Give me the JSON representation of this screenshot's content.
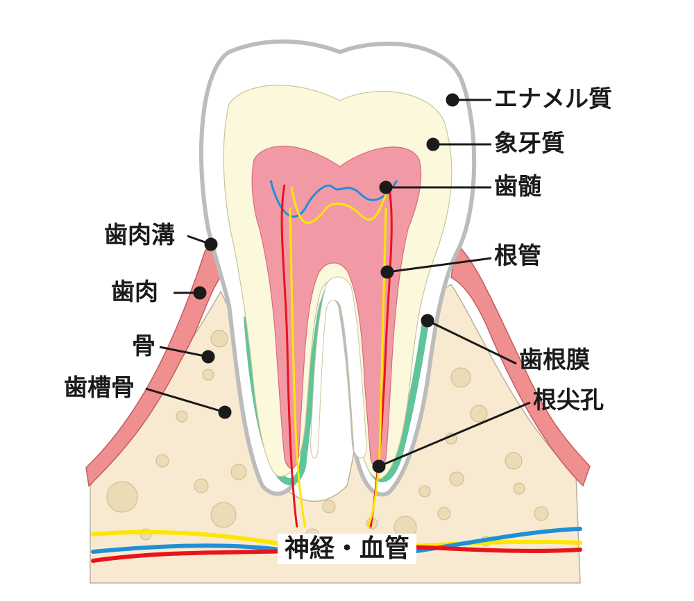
{
  "labels_right": {
    "enamel": "エナメル質",
    "dentin": "象牙質",
    "pulp": "歯髄",
    "root_canal": "根管",
    "periodontal_ligament": "歯根膜",
    "apical_foramen": "根尖孔"
  },
  "labels_left": {
    "gingival_sulcus": "歯肉溝",
    "gingiva": "歯肉",
    "bone": "骨",
    "alveolar_bone": "歯槽骨"
  },
  "bottom_label": "神経・血管",
  "colors": {
    "enamel": "#ffffff",
    "enamel_outline": "#c8c8c8",
    "dentin": "#fbf8dc",
    "pulp": "#f19aa6",
    "gum": "#ef8f8f",
    "bone": "#f8ead0",
    "bone_pore": "#ecdcb5",
    "ligament": "#5fc49a",
    "nerve_yellow": "#ffe600",
    "vessel_red": "#e8141c",
    "vessel_blue": "#1f8fd6"
  }
}
